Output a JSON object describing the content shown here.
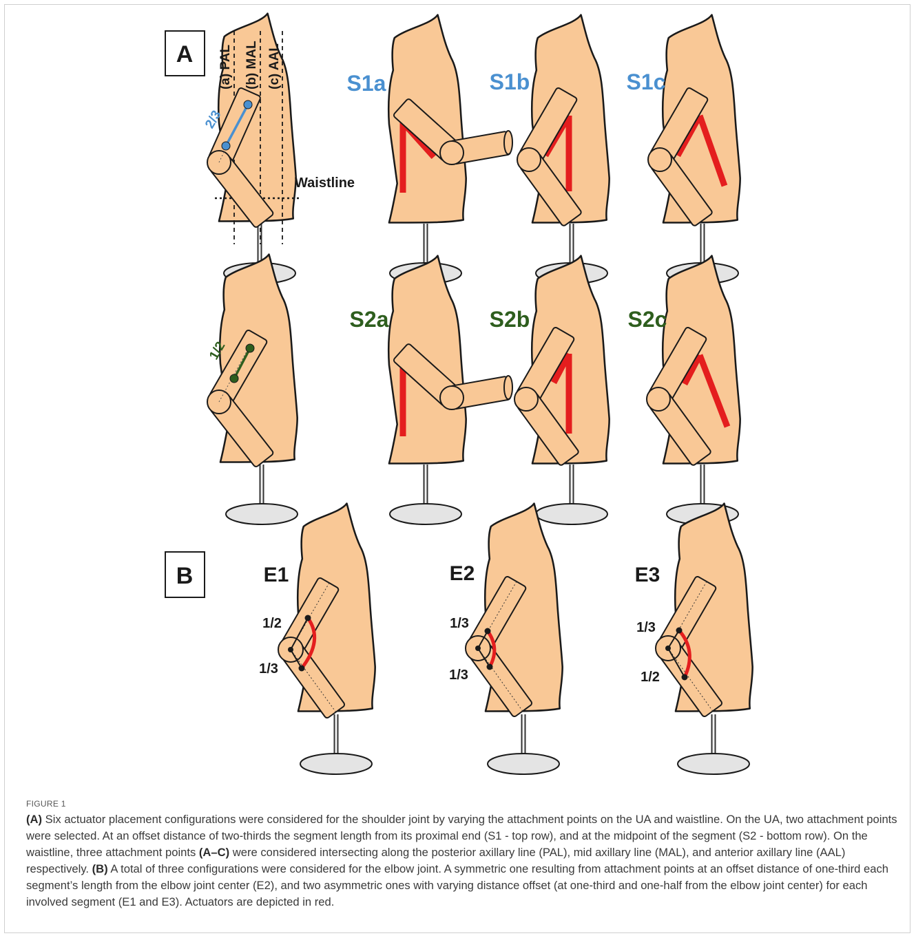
{
  "panels": {
    "a": "A",
    "b": "B"
  },
  "axillary_lines": {
    "pal": "(a) PAL",
    "mal": "(b) MAL",
    "aal": "(c) AAL"
  },
  "waistline": "Waistline",
  "fractions": {
    "s1_offset": "2/3",
    "s2_offset": "1/2"
  },
  "configs": {
    "s1": [
      "S1a",
      "S1b",
      "S1c"
    ],
    "s2": [
      "S2a",
      "S2b",
      "S2c"
    ],
    "elbow": [
      "E1",
      "E2",
      "E3"
    ]
  },
  "elbow_fractions": {
    "e1_upper": "1/2",
    "e1_lower": "1/3",
    "e2_upper": "1/3",
    "e2_lower": "1/3",
    "e3_upper": "1/3",
    "e3_lower": "1/2"
  },
  "colors": {
    "skin": "#f9c896",
    "actuator": "#e41e1e",
    "s1_blue": "#4a90d0",
    "s2_green": "#2e5e1e",
    "stand_base": "#e4e4e4"
  },
  "caption": {
    "label": "FIGURE 1",
    "a_tag": "(A)",
    "a_text1": " Six actuator placement configurations were considered for the shoulder joint by varying the attachment points on the UA and waistline. On the UA, two attachment points were selected. At an offset distance of two-thirds the segment length from its proximal end (S1 - top row), and at the midpoint of the segment (S2 - bottom row). On the waistline, three attachment points ",
    "ac_tag": "(A–C)",
    "a_text2": " were considered intersecting along the posterior axillary line (PAL), mid axillary line (MAL), and anterior axillary line (AAL) respectively. ",
    "b_tag": "(B)",
    "b_text": " A total of three configurations were considered for the elbow joint. A symmetric one resulting from attachment points at an offset distance of one-third each segment’s length from the elbow joint center (E2), and two asymmetric ones with varying distance offset (at one-third and one-half from the elbow joint center) for each involved segment (E1 and E3). Actuators are depicted in red."
  }
}
